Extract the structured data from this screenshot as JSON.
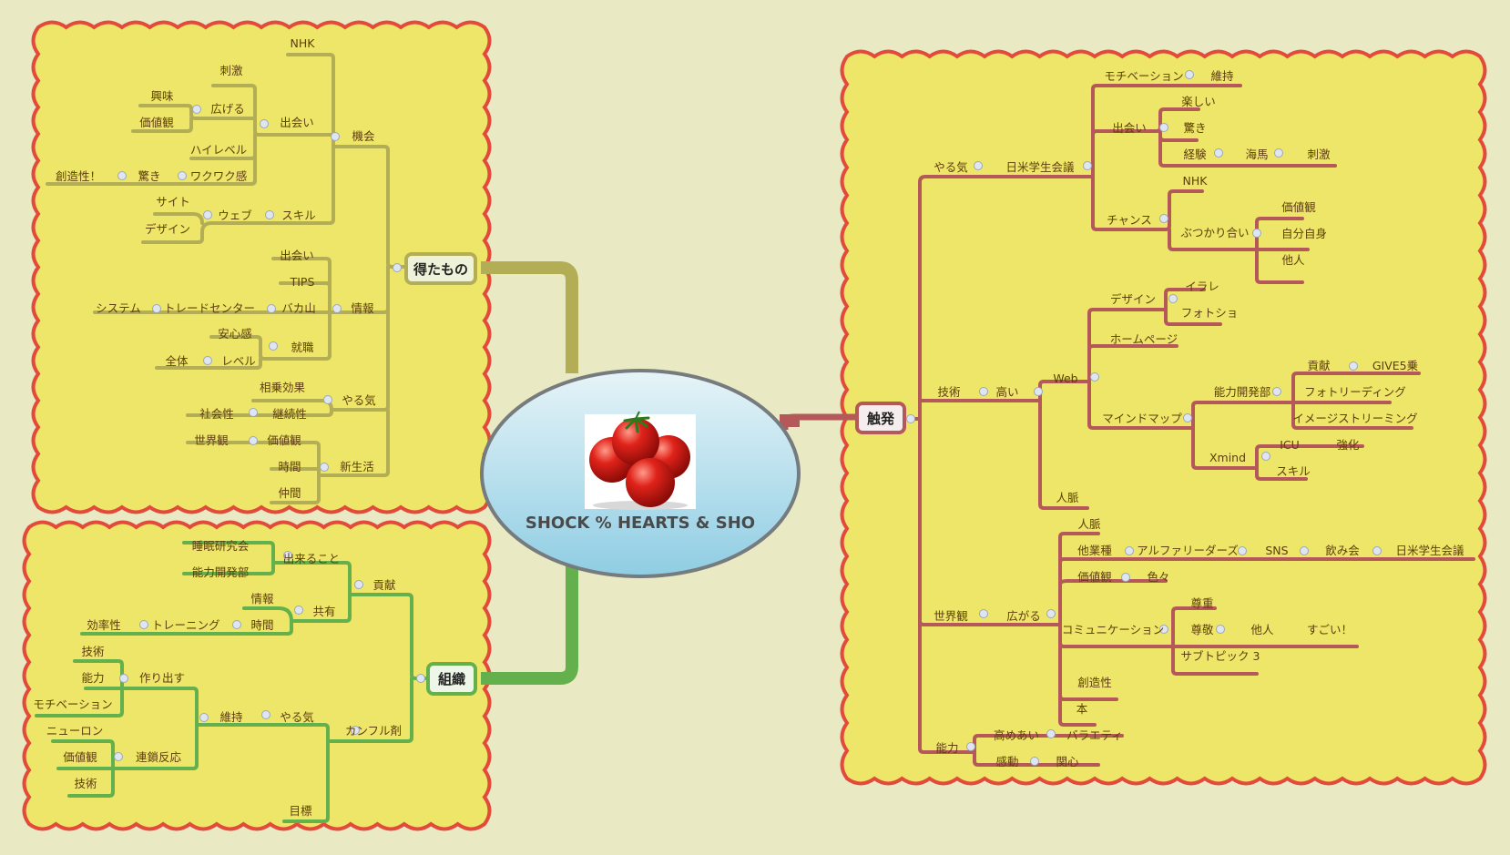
{
  "center": {
    "title": "SHOCK % HEARTS & SHO",
    "image": "tomatoes"
  },
  "colors": {
    "background": "#e9eac3",
    "cloud_fill": "#ede668",
    "cloud_border": "#e24a3c",
    "branch_olive": "#b3ad55",
    "branch_green": "#64b04c",
    "branch_brown": "#b4585a",
    "center_fill": "#b7e0ef",
    "text": "#5e3d0d"
  },
  "branches": {
    "gains": {
      "label": "得たもの",
      "nodes": {
        "nhk": "NHK",
        "shigeki": "刺激",
        "kyomi": "興味",
        "hirogeru": "広げる",
        "deai": "出会い",
        "kachikan": "価値観",
        "kikai": "機会",
        "highlevel": "ハイレベル",
        "sozosei": "創造性！",
        "odoroki": "驚き",
        "wakuwaku": "ワクワク感",
        "site": "サイト",
        "web": "ウェブ",
        "skill": "スキル",
        "design": "デザイン",
        "deai2": "出会い",
        "tips": "TIPS",
        "system": "システム",
        "tradecenter": "トレードセンター",
        "bakayama": "バカ山",
        "joho": "情報",
        "anshinkan": "安心感",
        "shushoku": "就職",
        "zentai": "全体",
        "level": "レベル",
        "sojo": "相乗効果",
        "yaruki": "やる気",
        "shakai": "社会性",
        "keizoku": "継続性",
        "sekaikan": "世界観",
        "kachikan2": "価値観",
        "jikan": "時間",
        "shinseikatsu": "新生活",
        "nakama": "仲間"
      }
    },
    "org": {
      "label": "組織",
      "nodes": {
        "suimin": "睡眠研究会",
        "dekiru": "出来ること",
        "noryoku_kaihatsu": "能力開発部",
        "koken": "貢献",
        "joho": "情報",
        "kyoyu": "共有",
        "koritsu": "効率性",
        "training": "トレーニング",
        "jikan": "時間",
        "gijutsu": "技術",
        "noryoku": "能力",
        "tsukuri": "作り出す",
        "motivation": "モチベーション",
        "iji": "維持",
        "yaruki": "やる気",
        "camphor": "カンフル剤",
        "neuron": "ニューロン",
        "kachikan": "価値観",
        "rensa": "連鎖反応",
        "gijutsu2": "技術",
        "mokuhyo": "目標"
      }
    },
    "inspire": {
      "label": "触発",
      "nodes": {
        "motivation": "モチベーション",
        "iji": "維持",
        "tanoshii": "楽しい",
        "deai": "出会い",
        "odoroki": "驚き",
        "yaruki": "やる気",
        "nichibei": "日米学生会議",
        "keiken": "経験",
        "haruma": "海馬",
        "shigeki": "刺激",
        "nhk": "NHK",
        "kachikan": "価値観",
        "chance": "チャンス",
        "butsukari": "ぶつかり合い",
        "jibun": "自分自身",
        "tanin": "他人",
        "design": "デザイン",
        "irare": "イラレ",
        "photoshop": "フォトショ",
        "homepage": "ホームページ",
        "web": "Web",
        "gijutsu": "技術",
        "takai": "高い",
        "koken": "貢献",
        "give5": "GIVE5乗",
        "noryoku_kaihatsu": "能力開発部",
        "photoreading": "フォトリーディング",
        "mindmap": "マインドマップ",
        "imagestream": "イメージストリーミング",
        "icu": "ICU",
        "kyoka": "強化",
        "xmind": "Xmind",
        "skill": "スキル",
        "jinmyaku": "人脈",
        "jinmyaku2": "人脈",
        "tagyoshu": "他業種",
        "alpha": "アルファリーダーズ",
        "sns": "SNS",
        "nomikai": "飲み会",
        "nichibei2": "日米学生会議",
        "kachikan2": "価値観",
        "iroiro": "色々",
        "sekaikan": "世界観",
        "hirogaru": "広がる",
        "sonchou": "尊重",
        "communication": "コミュニケーション",
        "sonkei": "尊敬",
        "tanin2": "他人",
        "sugoi": "すごい！",
        "subtopic": "サブトピック 3",
        "sozosei": "創造性",
        "hon": "本",
        "takameai": "高めあい",
        "variety": "バラエティ",
        "noryoku": "能力",
        "kando": "感動",
        "kanshin": "関心"
      }
    }
  }
}
